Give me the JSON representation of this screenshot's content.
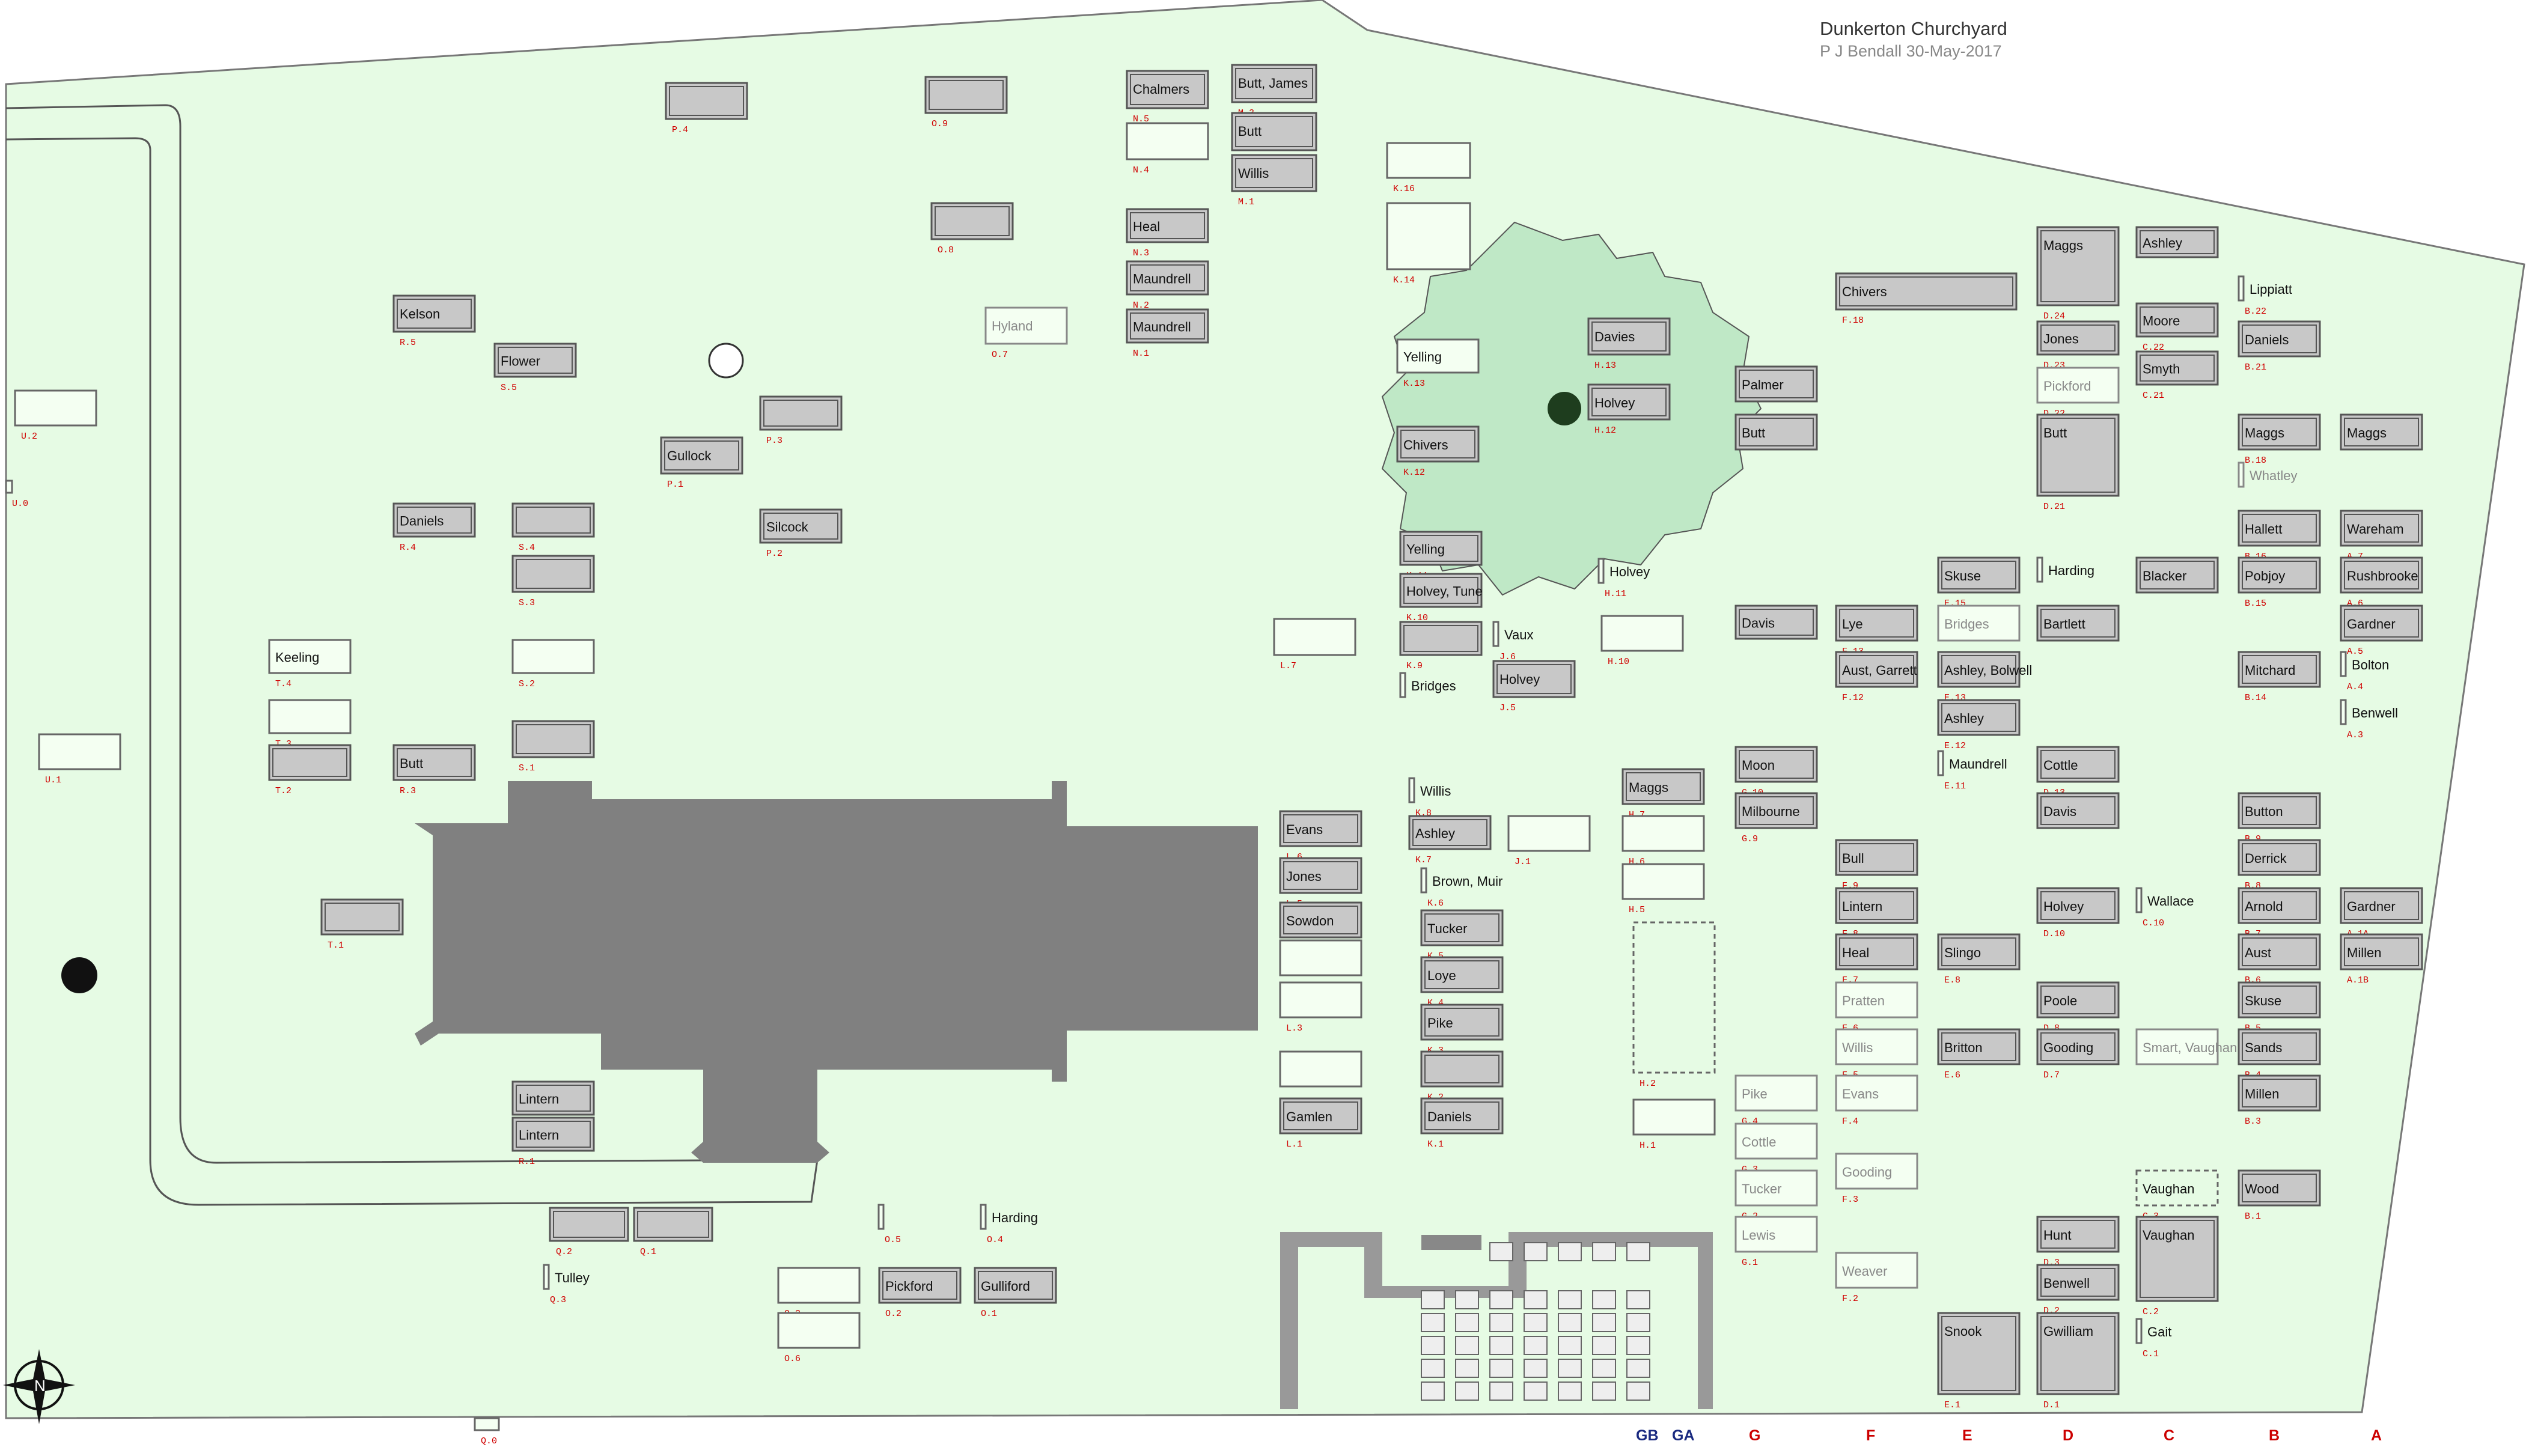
{
  "header": {
    "title": "Dunkerton Churchyard",
    "subtitle": "P J Bendall 30-May-2017"
  },
  "colors": {
    "ground": "#e6fbe4",
    "plot": "#c8c8c8",
    "plotEdge": "#555555",
    "church": "#808080",
    "tree": "#bfe8c6",
    "ref": "#d00000",
    "colA": "#cc0000",
    "colG": "#1a2a80"
  },
  "compass": {
    "letter": "N"
  },
  "columns": [
    {
      "label": "GB",
      "color": "#1a2a80"
    },
    {
      "label": "GA",
      "color": "#1a2a80"
    },
    {
      "label": "G",
      "color": "#cc0000"
    },
    {
      "label": "F",
      "color": "#cc0000"
    },
    {
      "label": "E",
      "color": "#cc0000"
    },
    {
      "label": "D",
      "color": "#cc0000"
    },
    {
      "label": "C",
      "color": "#cc0000"
    },
    {
      "label": "B",
      "color": "#cc0000"
    },
    {
      "label": "A",
      "color": "#cc0000"
    }
  ],
  "graves": [
    {
      "name": "Chalmers",
      "ref": "N.5",
      "style": "filled"
    },
    {
      "name": "Butt, James",
      "ref": "M.3",
      "style": "filled"
    },
    {
      "name": "Butt",
      "ref": "",
      "style": "filled"
    },
    {
      "name": "Willis",
      "ref": "M.1",
      "style": "filled"
    },
    {
      "name": "",
      "ref": "N.4",
      "style": "empty"
    },
    {
      "name": "Heal",
      "ref": "N.3",
      "style": "filled"
    },
    {
      "name": "Maundrell",
      "ref": "N.2",
      "style": "filled"
    },
    {
      "name": "Maundrell",
      "ref": "N.1",
      "style": "filled"
    },
    {
      "name": "",
      "ref": "P.4",
      "style": "filled"
    },
    {
      "name": "",
      "ref": "O.9",
      "style": "filled"
    },
    {
      "name": "",
      "ref": "O.8",
      "style": "filled"
    },
    {
      "name": "Hyland",
      "ref": "O.7",
      "style": "grey"
    },
    {
      "name": "Kelson",
      "ref": "R.5",
      "style": "filled"
    },
    {
      "name": "Flower",
      "ref": "S.5",
      "style": "filled"
    },
    {
      "name": "",
      "ref": "P.3",
      "style": "filled"
    },
    {
      "name": "Gullock",
      "ref": "P.1",
      "style": "filled"
    },
    {
      "name": "Daniels",
      "ref": "R.4",
      "style": "filled"
    },
    {
      "name": "",
      "ref": "S.4",
      "style": "filled"
    },
    {
      "name": "",
      "ref": "S.3",
      "style": "filled"
    },
    {
      "name": "Silcock",
      "ref": "P.2",
      "style": "filled"
    },
    {
      "name": "Keeling",
      "ref": "T.4",
      "style": "empty"
    },
    {
      "name": "",
      "ref": "S.2",
      "style": "empty"
    },
    {
      "name": "",
      "ref": "T.3",
      "style": "empty"
    },
    {
      "name": "",
      "ref": "T.2",
      "style": "filled"
    },
    {
      "name": "Butt",
      "ref": "R.3",
      "style": "filled"
    },
    {
      "name": "",
      "ref": "S.1",
      "style": "filled"
    },
    {
      "name": "",
      "ref": "U.2",
      "style": "empty"
    },
    {
      "name": "",
      "ref": "U.0",
      "style": "empty"
    },
    {
      "name": "",
      "ref": "U.1",
      "style": "empty"
    },
    {
      "name": "",
      "ref": "T.1",
      "style": "filled"
    },
    {
      "name": "Lintern",
      "ref": "R.2",
      "style": "filled"
    },
    {
      "name": "Lintern",
      "ref": "R.1",
      "style": "filled"
    },
    {
      "name": "",
      "ref": "Q.2",
      "style": "filled"
    },
    {
      "name": "",
      "ref": "Q.1",
      "style": "filled"
    },
    {
      "name": "Tulley",
      "ref": "Q.3",
      "style": "empty"
    },
    {
      "name": "",
      "ref": "Q.0",
      "style": "empty"
    },
    {
      "name": "",
      "ref": "O.5",
      "style": "empty"
    },
    {
      "name": "Harding",
      "ref": "O.4",
      "style": "empty"
    },
    {
      "name": "",
      "ref": "O.3",
      "style": "empty"
    },
    {
      "name": "Pickford",
      "ref": "O.2",
      "style": "filled"
    },
    {
      "name": "Gulliford",
      "ref": "O.1",
      "style": "filled"
    },
    {
      "name": "",
      "ref": "O.6",
      "style": "empty"
    },
    {
      "name": "",
      "ref": "K.16",
      "style": "empty"
    },
    {
      "name": "",
      "ref": "K.14",
      "style": "empty"
    },
    {
      "name": "Yelling",
      "ref": "K.13",
      "style": "empty"
    },
    {
      "name": "Chivers",
      "ref": "K.12",
      "style": "filled"
    },
    {
      "name": "Yelling",
      "ref": "K.11",
      "style": "filled"
    },
    {
      "name": "Holvey, Tune",
      "ref": "K.10",
      "style": "filled"
    },
    {
      "name": "",
      "ref": "K.9",
      "style": "filled"
    },
    {
      "name": "Bridges",
      "ref": "",
      "style": "empty"
    },
    {
      "name": "Vaux",
      "ref": "J.6",
      "style": "empty"
    },
    {
      "name": "Holvey",
      "ref": "J.5",
      "style": "filled"
    },
    {
      "name": "",
      "ref": "L.7",
      "style": "empty"
    },
    {
      "name": "Davies",
      "ref": "H.13",
      "style": "filled"
    },
    {
      "name": "Holvey",
      "ref": "H.12",
      "style": "filled"
    },
    {
      "name": "Holvey",
      "ref": "H.11",
      "style": "empty"
    },
    {
      "name": "",
      "ref": "H.10",
      "style": "empty"
    },
    {
      "name": "Willis",
      "ref": "K.8",
      "style": "empty"
    },
    {
      "name": "Ashley",
      "ref": "K.7",
      "style": "filled"
    },
    {
      "name": "",
      "ref": "J.1",
      "style": "empty"
    },
    {
      "name": "Maggs",
      "ref": "H.7",
      "style": "filled"
    },
    {
      "name": "",
      "ref": "H.6",
      "style": "empty"
    },
    {
      "name": "",
      "ref": "H.5",
      "style": "empty"
    },
    {
      "name": "Brown, Muir",
      "ref": "K.6",
      "style": "empty"
    },
    {
      "name": "Tucker",
      "ref": "K.5",
      "style": "filled"
    },
    {
      "name": "Loye",
      "ref": "K.4",
      "style": "filled"
    },
    {
      "name": "Pike",
      "ref": "K.3",
      "style": "filled"
    },
    {
      "name": "",
      "ref": "K.2",
      "style": "filled"
    },
    {
      "name": "Daniels",
      "ref": "K.1",
      "style": "filled"
    },
    {
      "name": "",
      "ref": "H.2",
      "style": "dashed"
    },
    {
      "name": "",
      "ref": "H.1",
      "style": "empty"
    },
    {
      "name": "Evans",
      "ref": "L.6",
      "style": "filled"
    },
    {
      "name": "Jones",
      "ref": "L.5",
      "style": "filled"
    },
    {
      "name": "Sowdon",
      "ref": "L.4",
      "style": "filled"
    },
    {
      "name": "",
      "ref": "L.3A",
      "style": "empty"
    },
    {
      "name": "",
      "ref": "L.3",
      "style": "empty"
    },
    {
      "name": "",
      "ref": "",
      "style": "empty"
    },
    {
      "name": "Gamlen",
      "ref": "L.1",
      "style": "filled"
    },
    {
      "name": "Maggs",
      "ref": "D.24",
      "style": "filled"
    },
    {
      "name": "Ashley",
      "ref": "",
      "style": "filled"
    },
    {
      "name": "Lippiatt",
      "ref": "B.22",
      "style": "empty"
    },
    {
      "name": "Chivers",
      "ref": "F.18",
      "style": "filled"
    },
    {
      "name": "Jones",
      "ref": "D.23",
      "style": "filled"
    },
    {
      "name": "Moore",
      "ref": "C.22",
      "style": "filled"
    },
    {
      "name": "Daniels",
      "ref": "B.21",
      "style": "filled"
    },
    {
      "name": "Smyth",
      "ref": "C.21",
      "style": "filled"
    },
    {
      "name": "Palmer",
      "ref": "",
      "style": "filled"
    },
    {
      "name": "Pickford",
      "ref": "D.22",
      "style": "grey"
    },
    {
      "name": "Butt",
      "ref": "",
      "style": "filled"
    },
    {
      "name": "Butt",
      "ref": "D.21",
      "style": "filled"
    },
    {
      "name": "Maggs",
      "ref": "B.18",
      "style": "filled"
    },
    {
      "name": "Whatley",
      "ref": "",
      "style": "grey"
    },
    {
      "name": "Maggs",
      "ref": "",
      "style": "filled"
    },
    {
      "name": "Hallett",
      "ref": "B.16",
      "style": "filled"
    },
    {
      "name": "Wareham",
      "ref": "A.7",
      "style": "filled"
    },
    {
      "name": "Skuse",
      "ref": "E.15",
      "style": "filled"
    },
    {
      "name": "Harding",
      "ref": "",
      "style": "empty"
    },
    {
      "name": "Blacker",
      "ref": "",
      "style": "filled"
    },
    {
      "name": "Pobjoy",
      "ref": "B.15",
      "style": "filled"
    },
    {
      "name": "Rushbrooke",
      "ref": "A.6",
      "style": "filled"
    },
    {
      "name": "Davis",
      "ref": "",
      "style": "filled"
    },
    {
      "name": "Lye",
      "ref": "F.13",
      "style": "filled"
    },
    {
      "name": "Bridges",
      "ref": "",
      "style": "grey"
    },
    {
      "name": "Bartlett",
      "ref": "",
      "style": "filled"
    },
    {
      "name": "Gardner",
      "ref": "A.5",
      "style": "filled"
    },
    {
      "name": "Aust, Garrett",
      "ref": "F.12",
      "style": "filled"
    },
    {
      "name": "Ashley, Bolwell",
      "ref": "E.13",
      "style": "filled"
    },
    {
      "name": "Mitchard",
      "ref": "B.14",
      "style": "filled"
    },
    {
      "name": "Bolton",
      "ref": "A.4",
      "style": "empty"
    },
    {
      "name": "Ashley",
      "ref": "E.12",
      "style": "filled"
    },
    {
      "name": "Benwell",
      "ref": "A.3",
      "style": "empty"
    },
    {
      "name": "Moon",
      "ref": "G.10",
      "style": "filled"
    },
    {
      "name": "Maundrell",
      "ref": "E.11",
      "style": "empty"
    },
    {
      "name": "Cottle",
      "ref": "D.13",
      "style": "filled"
    },
    {
      "name": "Milbourne",
      "ref": "G.9",
      "style": "filled"
    },
    {
      "name": "Davis",
      "ref": "",
      "style": "filled"
    },
    {
      "name": "Button",
      "ref": "B.9",
      "style": "filled"
    },
    {
      "name": "Bull",
      "ref": "F.9",
      "style": "filled"
    },
    {
      "name": "Derrick",
      "ref": "B.8",
      "style": "filled"
    },
    {
      "name": "Lintern",
      "ref": "F.8",
      "style": "filled"
    },
    {
      "name": "Holvey",
      "ref": "D.10",
      "style": "filled"
    },
    {
      "name": "Wallace",
      "ref": "C.10",
      "style": "empty"
    },
    {
      "name": "Arnold",
      "ref": "B.7",
      "style": "filled"
    },
    {
      "name": "Gardner",
      "ref": "A.1A",
      "style": "filled"
    },
    {
      "name": "Heal",
      "ref": "F.7",
      "style": "filled"
    },
    {
      "name": "Slingo",
      "ref": "E.8",
      "style": "filled"
    },
    {
      "name": "Aust",
      "ref": "B.6",
      "style": "filled"
    },
    {
      "name": "Millen",
      "ref": "A.1B",
      "style": "filled"
    },
    {
      "name": "Pratten",
      "ref": "F.6",
      "style": "grey"
    },
    {
      "name": "Poole",
      "ref": "D.8",
      "style": "filled"
    },
    {
      "name": "Skuse",
      "ref": "B.5",
      "style": "filled"
    },
    {
      "name": "Willis",
      "ref": "F.5",
      "style": "grey"
    },
    {
      "name": "Britton",
      "ref": "E.6",
      "style": "filled"
    },
    {
      "name": "Gooding",
      "ref": "D.7",
      "style": "filled"
    },
    {
      "name": "Smart, Vaughan",
      "ref": "",
      "style": "grey"
    },
    {
      "name": "Sands",
      "ref": "B.4",
      "style": "filled"
    },
    {
      "name": "Pike",
      "ref": "G.4",
      "style": "grey"
    },
    {
      "name": "Evans",
      "ref": "F.4",
      "style": "grey"
    },
    {
      "name": "Millen",
      "ref": "B.3",
      "style": "filled"
    },
    {
      "name": "Cottle",
      "ref": "G.3",
      "style": "grey"
    },
    {
      "name": "Gooding",
      "ref": "F.3",
      "style": "grey"
    },
    {
      "name": "Tucker",
      "ref": "G.2",
      "style": "grey"
    },
    {
      "name": "Vaughan",
      "ref": "C.3",
      "style": "dashed"
    },
    {
      "name": "Wood",
      "ref": "B.1",
      "style": "filled"
    },
    {
      "name": "Lewis",
      "ref": "G.1",
      "style": "grey"
    },
    {
      "name": "Hunt",
      "ref": "D.3",
      "style": "filled"
    },
    {
      "name": "Vaughan",
      "ref": "C.2",
      "style": "filled"
    },
    {
      "name": "Weaver",
      "ref": "F.2",
      "style": "grey"
    },
    {
      "name": "Benwell",
      "ref": "D.2",
      "style": "filled"
    },
    {
      "name": "Gait",
      "ref": "C.1",
      "style": "empty"
    },
    {
      "name": "Snook",
      "ref": "E.1",
      "style": "filled"
    },
    {
      "name": "Gwilliam",
      "ref": "D.1",
      "style": "filled"
    }
  ]
}
